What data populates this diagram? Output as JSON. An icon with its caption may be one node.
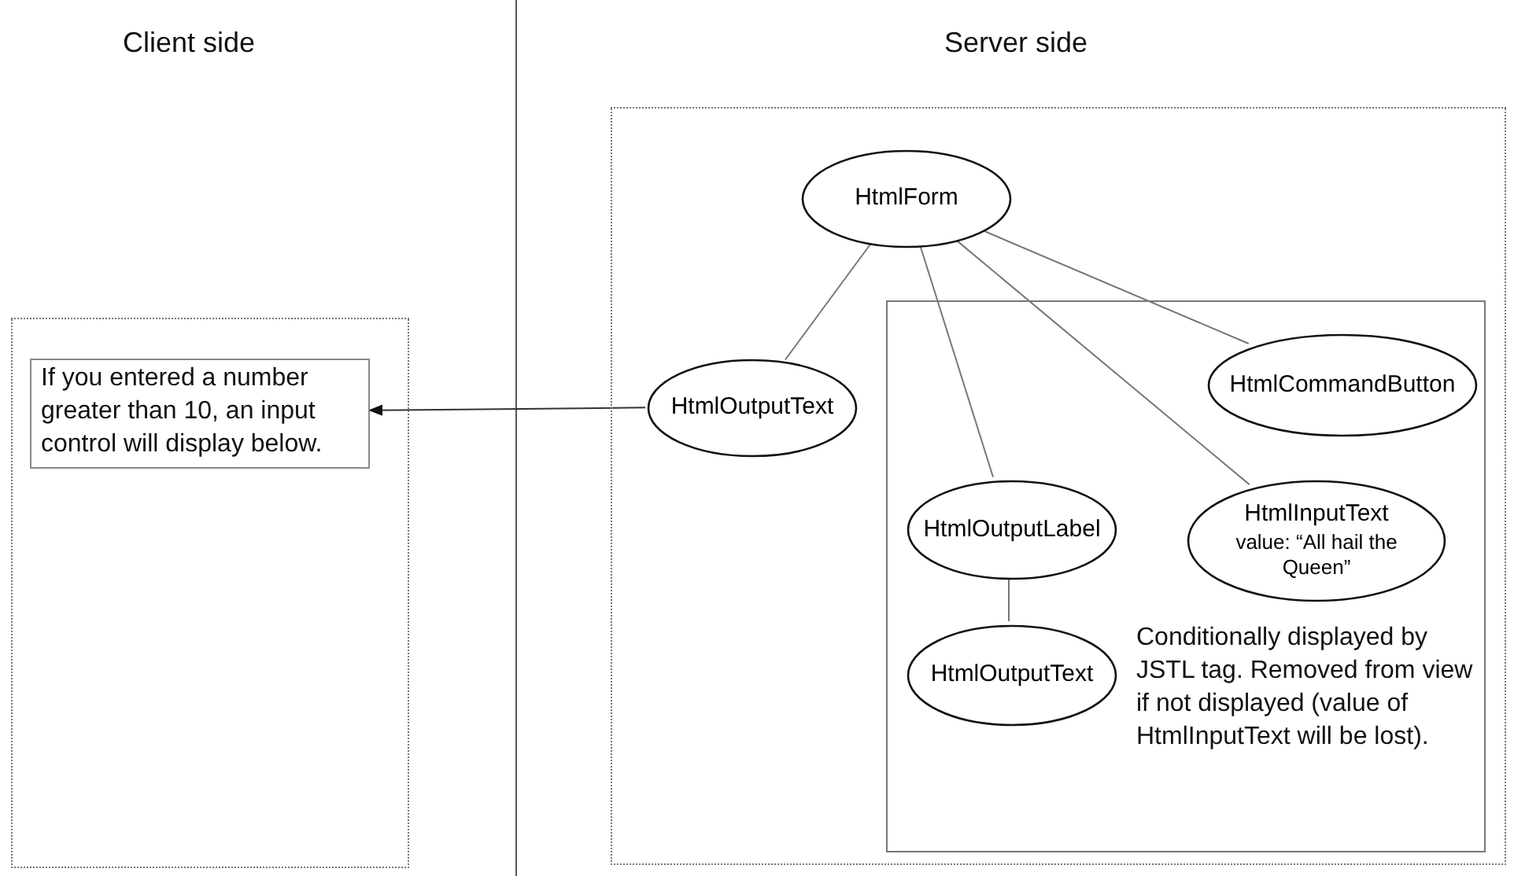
{
  "diagram": {
    "nodes": [
      {
        "text": [],
        "shape": "box"
      },
      {
        "text": [
          "If you entered a number greater than 10, an input control will display below."
        ],
        "in": 0
      },
      {
        "text": [],
        "shape": "box"
      },
      {
        "text": [
          "HtmlForm"
        ],
        "in": 2
      },
      {
        "text": [
          "HtmlOutputText"
        ],
        "in": 2
      },
      {
        "text": [
          "Conditionally displayed by JSTL tag. Removed from view if not displayed (value of HtmlInputText will be lost)."
        ],
        "in": 2
      },
      {
        "text": [
          "HtmlCommandButton"
        ],
        "in": 5
      },
      {
        "text": [
          "HtmlOutputLabel"
        ],
        "in": 5
      },
      {
        "text": [
          "HtmlInputText",
          "value: “All hail the Queen”"
        ],
        "in": 5
      },
      {
        "text": [
          "HtmlOutputText"
        ],
        "in": 5
      }
    ],
    "edges": [
      {
        "from": 4,
        "to": 1,
        "arrow": "to"
      },
      {
        "from": 3,
        "to": 4,
        "arrow": "none"
      },
      {
        "from": 3,
        "to": 7,
        "arrow": "none"
      },
      {
        "from": 3,
        "to": 8,
        "arrow": "none"
      },
      {
        "from": 3,
        "to": 6,
        "arrow": "none"
      },
      {
        "from": 7,
        "to": 9,
        "arrow": "none"
      }
    ],
    "labels": [
      "Client side",
      "Server side"
    ]
  }
}
